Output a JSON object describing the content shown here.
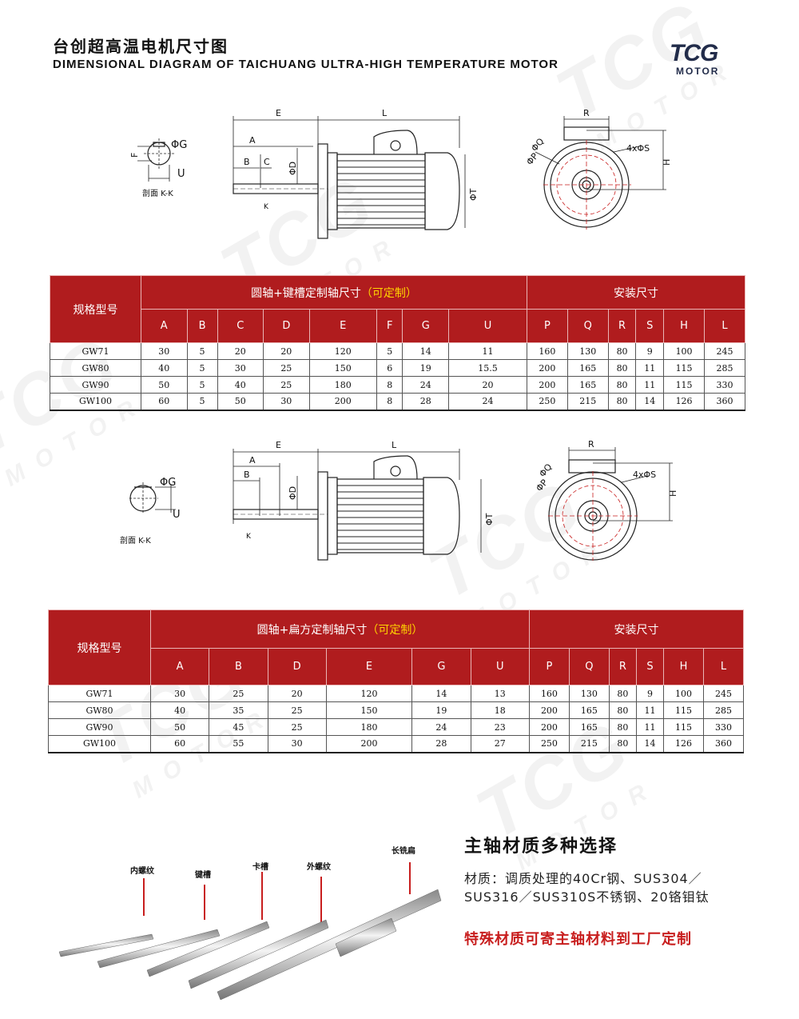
{
  "header": {
    "title_cn": "台创超高温电机尺寸图",
    "title_en": "DIMENSIONAL DIAGRAM OF TAICHUANG ULTRA-HIGH TEMPERATURE MOTOR",
    "logo_big": "TCG",
    "logo_small": "MOTOR"
  },
  "watermark": {
    "big": "TCG",
    "small": "MOTOR"
  },
  "diagram1": {
    "section_label": "剖面 K-K",
    "labels": [
      "E",
      "L",
      "A",
      "B",
      "C",
      "ΦD",
      "ΦT",
      "F",
      "ΦG",
      "U",
      "K",
      "R",
      "ΦQ",
      "ΦP",
      "4xΦS",
      "H"
    ]
  },
  "table1": {
    "model_header": "规格型号",
    "group1_prefix": "圆轴+键槽定制轴尺寸",
    "group1_highlight": "（可定制）",
    "group2": "安装尺寸",
    "columns": [
      "A",
      "B",
      "C",
      "D",
      "E",
      "F",
      "G",
      "U",
      "P",
      "Q",
      "R",
      "S",
      "H",
      "L"
    ],
    "rows": [
      [
        "GW71",
        "30",
        "5",
        "20",
        "20",
        "120",
        "5",
        "14",
        "11",
        "160",
        "130",
        "80",
        "9",
        "100",
        "245"
      ],
      [
        "GW80",
        "40",
        "5",
        "30",
        "25",
        "150",
        "6",
        "19",
        "15.5",
        "200",
        "165",
        "80",
        "11",
        "115",
        "285"
      ],
      [
        "GW90",
        "50",
        "5",
        "40",
        "25",
        "180",
        "8",
        "24",
        "20",
        "200",
        "165",
        "80",
        "11",
        "115",
        "330"
      ],
      [
        "GW100",
        "60",
        "5",
        "50",
        "30",
        "200",
        "8",
        "28",
        "24",
        "250",
        "215",
        "80",
        "14",
        "126",
        "360"
      ]
    ]
  },
  "diagram2": {
    "section_label": "剖面 K-K",
    "labels": [
      "E",
      "L",
      "A",
      "B",
      "ΦD",
      "ΦT",
      "ΦG",
      "U",
      "K",
      "R",
      "ΦQ",
      "ΦP",
      "4xΦS",
      "H"
    ]
  },
  "table2": {
    "model_header": "规格型号",
    "group1_prefix": "圆轴+扁方定制轴尺寸",
    "group1_highlight": "（可定制）",
    "group2": "安装尺寸",
    "columns": [
      "A",
      "B",
      "D",
      "E",
      "G",
      "U",
      "P",
      "Q",
      "R",
      "S",
      "H",
      "L"
    ],
    "rows": [
      [
        "GW71",
        "30",
        "25",
        "20",
        "120",
        "14",
        "13",
        "160",
        "130",
        "80",
        "9",
        "100",
        "245"
      ],
      [
        "GW80",
        "40",
        "35",
        "25",
        "150",
        "19",
        "18",
        "200",
        "165",
        "80",
        "11",
        "115",
        "285"
      ],
      [
        "GW90",
        "50",
        "45",
        "25",
        "180",
        "24",
        "23",
        "200",
        "165",
        "80",
        "11",
        "115",
        "330"
      ],
      [
        "GW100",
        "60",
        "55",
        "30",
        "200",
        "28",
        "27",
        "250",
        "215",
        "80",
        "14",
        "126",
        "360"
      ]
    ]
  },
  "materials": {
    "title": "主轴材质多种选择",
    "line1": "材质：调质处理的40Cr钢、SUS304／",
    "line2": "SUS316／SUS310S不锈钢、20铬钼钛",
    "note": "特殊材质可寄主轴材料到工厂定制",
    "shaft_labels": [
      "内螺纹",
      "键槽",
      "卡槽",
      "外螺纹",
      "长铣扁"
    ]
  },
  "colors": {
    "accent": "#b01c1e",
    "highlight": "#ffd400",
    "note": "#c81e1e",
    "logo": "#222c4a"
  }
}
